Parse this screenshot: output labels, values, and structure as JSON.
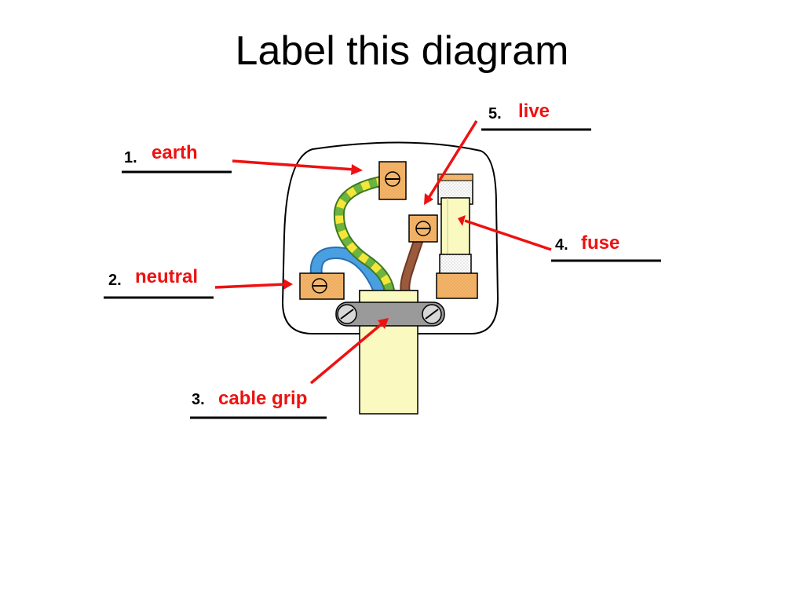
{
  "title": "Label this diagram",
  "colors": {
    "answer": "#ee1111",
    "arrow": "#ee1111",
    "line": "#000000",
    "terminal": "#f2b56b",
    "blue_wire": "#4a9fe0",
    "earth_green": "#6db33f",
    "earth_yellow": "#f5e63b",
    "brown_wire": "#9c5a3c",
    "cable": "#fafac0",
    "grip": "#9a9a9a",
    "fuse_body": "#fafac0"
  },
  "labels": [
    {
      "id": "earth",
      "number": "1.",
      "answer": "earth"
    },
    {
      "id": "neutral",
      "number": "2.",
      "answer": "neutral"
    },
    {
      "id": "cable-grip",
      "number": "3.",
      "answer": "cable grip"
    },
    {
      "id": "fuse",
      "number": "4.",
      "answer": "fuse"
    },
    {
      "id": "live",
      "number": "5.",
      "answer": "live"
    }
  ]
}
